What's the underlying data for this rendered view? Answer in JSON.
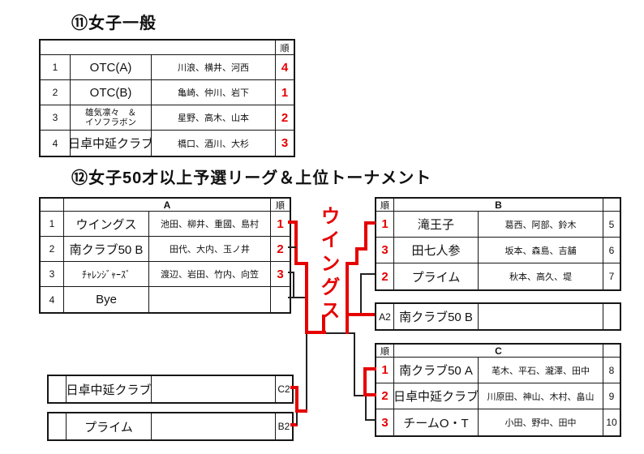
{
  "colors": {
    "accent_red": "#e60000"
  },
  "section1": {
    "title": "⑪女子一般",
    "rank_header": "順",
    "rows": [
      {
        "no": "1",
        "team": "OTC(A)",
        "members": "川浪、横井、河西",
        "rank": "4"
      },
      {
        "no": "2",
        "team": "OTC(B)",
        "members": "亀崎、仲川、岩下",
        "rank": "1"
      },
      {
        "no": "3",
        "team_line1": "雄気凛々　＆",
        "team_line2": "イソフラボン",
        "members": "星野、高木、山本",
        "rank": "2"
      },
      {
        "no": "4",
        "team": "日卓中延クラブ",
        "members": "橋口、酒川、大杉",
        "rank": "3"
      }
    ]
  },
  "section2": {
    "title": "⑫女子50才以上予選リーグ＆上位トーナメント",
    "rank_header": "順",
    "champion_vertical_label": "ウイングス",
    "league_a": {
      "label": "A",
      "rows": [
        {
          "no": "1",
          "team": "ウイングス",
          "members": "池田、柳井、重國、島村",
          "rank": "1"
        },
        {
          "no": "2",
          "team": "南クラブ50 B",
          "members": "田代、大内、玉ノ井",
          "rank": "2"
        },
        {
          "no": "3",
          "team": "ﾁｬﾚﾝｼﾞｬｰｽﾞ",
          "members": "渡辺、岩田、竹内、向笠",
          "rank": "3"
        },
        {
          "no": "4",
          "team": "Bye",
          "members": "",
          "rank": ""
        }
      ]
    },
    "league_b": {
      "label": "B",
      "rows": [
        {
          "rank": "1",
          "team": "滝王子",
          "members": "葛西、阿部、鈴木",
          "no": "5"
        },
        {
          "rank": "3",
          "team": "田七人参",
          "members": "坂本、森島、吉舗",
          "no": "6"
        },
        {
          "rank": "2",
          "team": "プライム",
          "members": "秋本、高久、堤",
          "no": "7"
        }
      ]
    },
    "a2_box": {
      "label": "A2",
      "team": "南クラブ50 B"
    },
    "league_c": {
      "label": "C",
      "rows": [
        {
          "rank": "1",
          "team": "南クラブ50 A",
          "members": "芼木、平石、瀧澤、田中",
          "no": "8"
        },
        {
          "rank": "2",
          "team": "日卓中延クラブ",
          "members": "川原田、神山、木村、畠山",
          "no": "9"
        },
        {
          "rank": "3",
          "team": "チームO・T",
          "members": "小田、野中、田中",
          "no": "10"
        }
      ]
    },
    "c2_box": {
      "label": "C2",
      "team": "日卓中延クラブ"
    },
    "b2_box": {
      "label": "B2",
      "team": "プライム"
    }
  }
}
